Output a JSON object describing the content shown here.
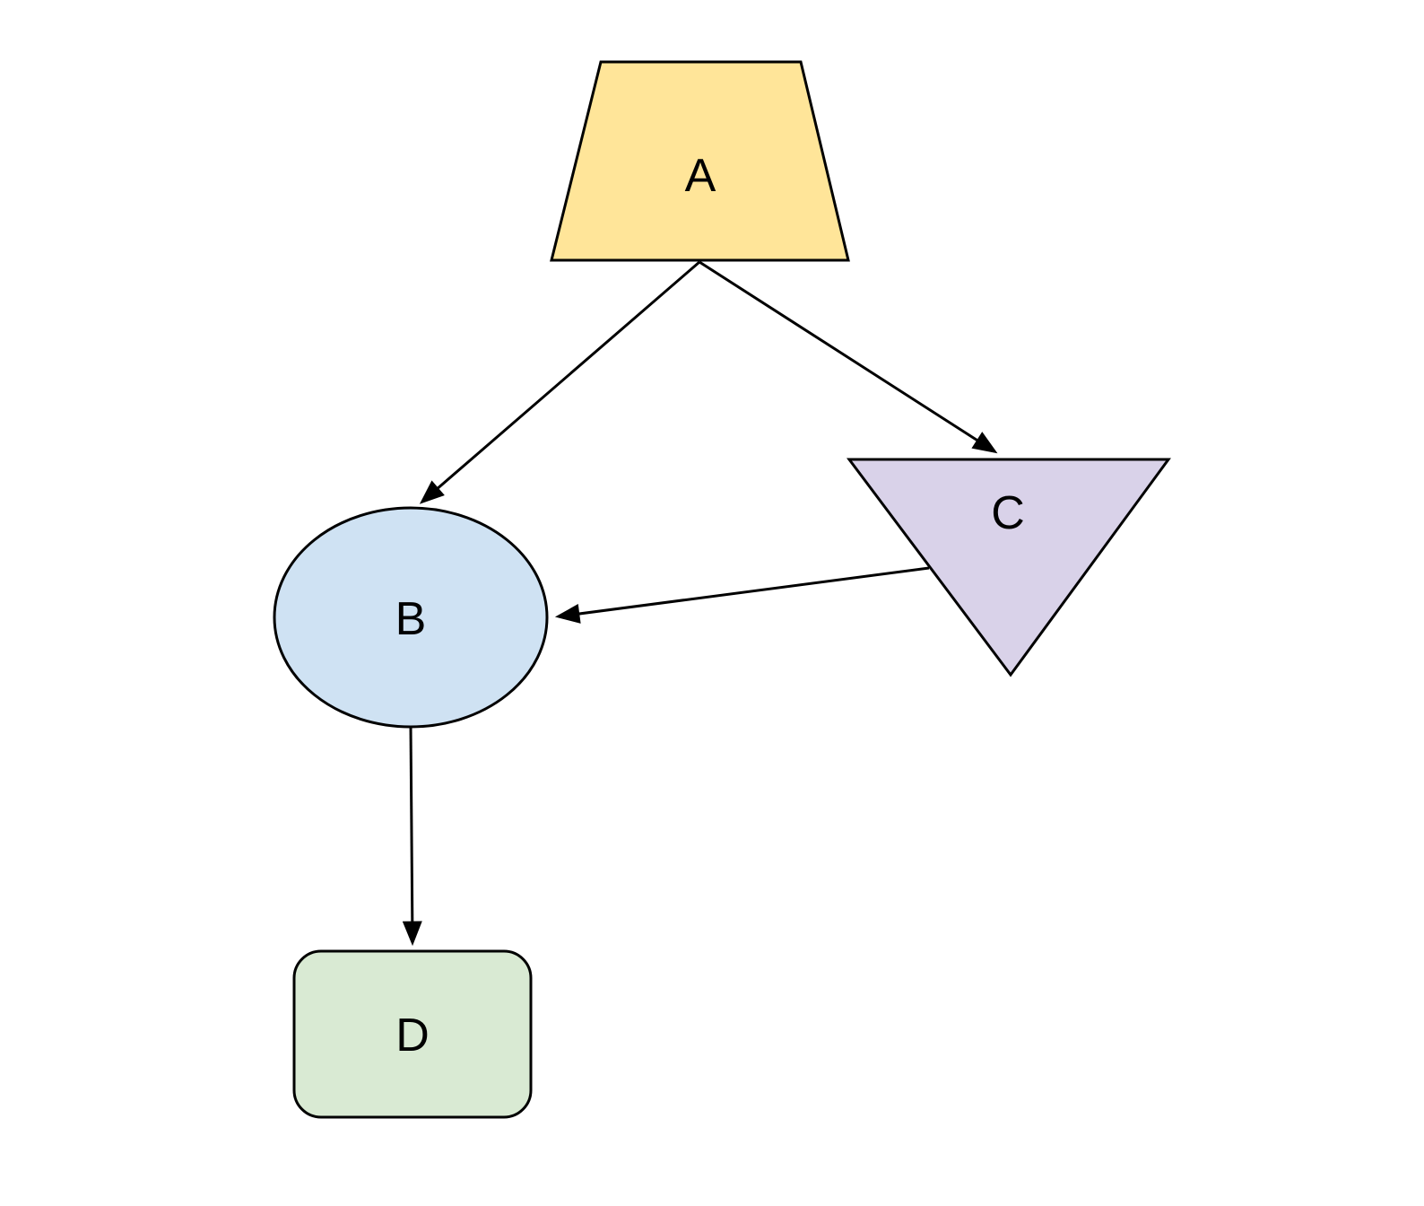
{
  "canvas": {
    "background": "#ffffff",
    "stroke_color": "#000000",
    "label_color": "#000000"
  },
  "nodes": [
    {
      "id": "A",
      "label": "A",
      "shape": "trapezoid",
      "fill": "#ffe599"
    },
    {
      "id": "B",
      "label": "B",
      "shape": "ellipse",
      "fill": "#cfe2f3"
    },
    {
      "id": "C",
      "label": "C",
      "shape": "inverted-triangle",
      "fill": "#d9d2e9"
    },
    {
      "id": "D",
      "label": "D",
      "shape": "rounded-rectangle",
      "fill": "#d9ead3"
    }
  ],
  "edges": [
    {
      "from": "A",
      "to": "B",
      "directed": true
    },
    {
      "from": "A",
      "to": "C",
      "directed": true
    },
    {
      "from": "C",
      "to": "B",
      "directed": true
    },
    {
      "from": "B",
      "to": "D",
      "directed": true
    }
  ]
}
